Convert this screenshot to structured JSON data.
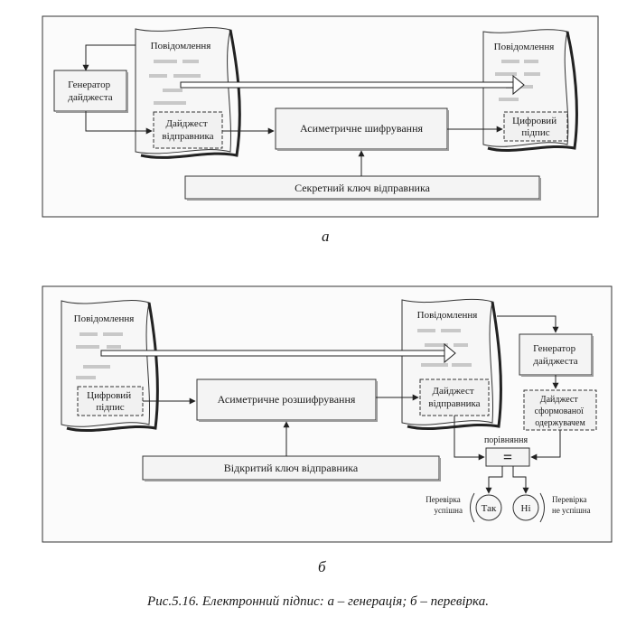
{
  "panel_a": {
    "letter": "a",
    "digest_generator": [
      "Генератор",
      "дайджеста"
    ],
    "message_left": "Повідомлення",
    "sender_digest": [
      "Дайджест",
      "відправника"
    ],
    "asym_encryption": "Асиметричне шифрування",
    "secret_key": "Секретний ключ відправника",
    "message_right": "Повідомлення",
    "digital_signature": [
      "Цифровий",
      "підпис"
    ]
  },
  "panel_b": {
    "letter": "б",
    "message_left": "Повідомлення",
    "digital_signature": [
      "Цифровий",
      "підпис"
    ],
    "asym_decryption": "Асиметричне розшифрування",
    "public_key": "Відкритий ключ відправника",
    "message_right": "Повідомлення",
    "sender_digest": [
      "Дайджест",
      "відправника"
    ],
    "digest_generator": [
      "Генератор",
      "дайджеста"
    ],
    "formed_digest": [
      "Дайджест",
      "сформованої",
      "одержувачем"
    ],
    "compare_label": "порівняння",
    "equals": "=",
    "yes": "Так",
    "no": "Ні",
    "verify_ok": [
      "Перевірка",
      "успішна"
    ],
    "verify_fail": [
      "Перевірка",
      "не успішна"
    ]
  },
  "caption": "Рис.5.16. Електронний підпис: а – генерація; б – перевірка."
}
